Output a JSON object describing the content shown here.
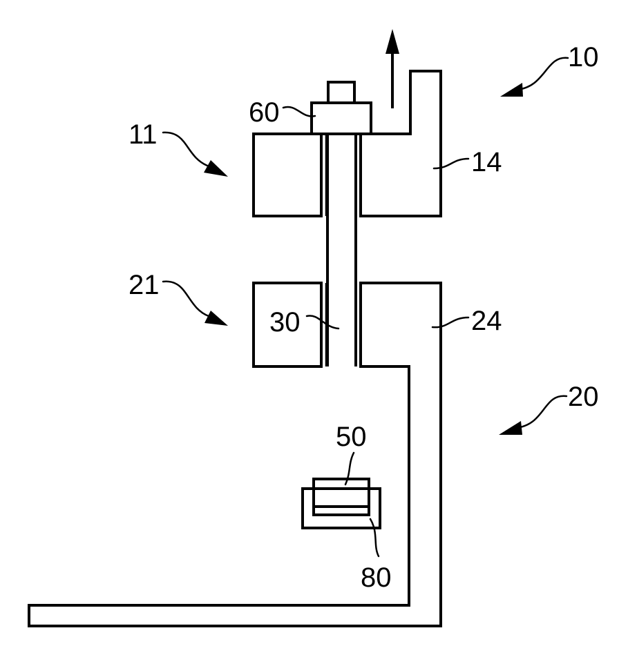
{
  "figure": {
    "labels": {
      "device_upper": "10",
      "chamber_upper": "11",
      "wall_upper": "14",
      "device_lower": "20",
      "chamber_lower": "21",
      "wall_lower": "24",
      "shaft": "30",
      "sensor": "50",
      "cap": "60",
      "holder": "80"
    },
    "colors": {
      "line": "#000000",
      "background": "#ffffff"
    }
  }
}
